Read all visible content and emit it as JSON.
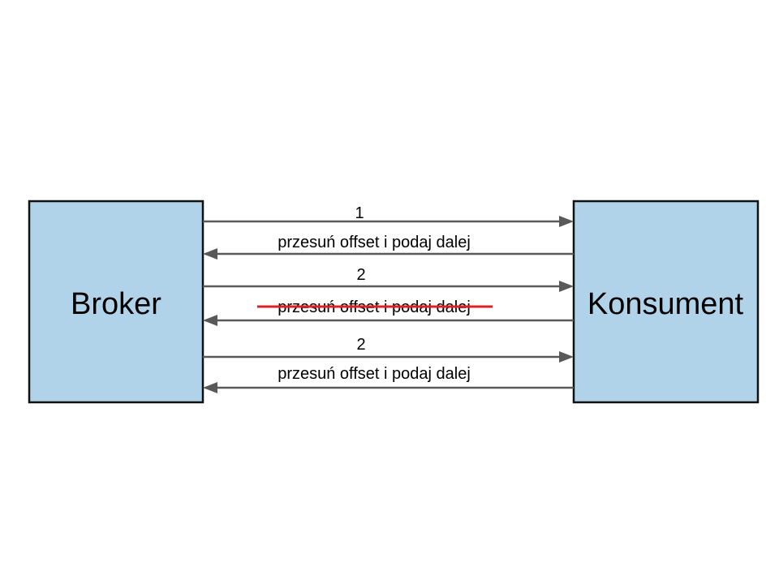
{
  "nodes": {
    "broker": {
      "label": "Broker"
    },
    "consumer": {
      "label": "Konsument"
    }
  },
  "messages": [
    {
      "label": "1",
      "direction": "broker-to-consumer",
      "struck": false
    },
    {
      "label": "przesuń offset i podaj dalej",
      "direction": "consumer-to-broker",
      "struck": false
    },
    {
      "label": "2",
      "direction": "broker-to-consumer",
      "struck": false
    },
    {
      "label": "przesuń offset i podaj dalej",
      "direction": "consumer-to-broker",
      "struck": true
    },
    {
      "label": "2",
      "direction": "broker-to-consumer",
      "struck": false
    },
    {
      "label": "przesuń offset i podaj dalej",
      "direction": "consumer-to-broker",
      "struck": false
    }
  ],
  "colors": {
    "box_fill": "#b0d3ea",
    "box_border": "#111111",
    "arrow": "#595959",
    "strikethrough": "#e02020"
  }
}
